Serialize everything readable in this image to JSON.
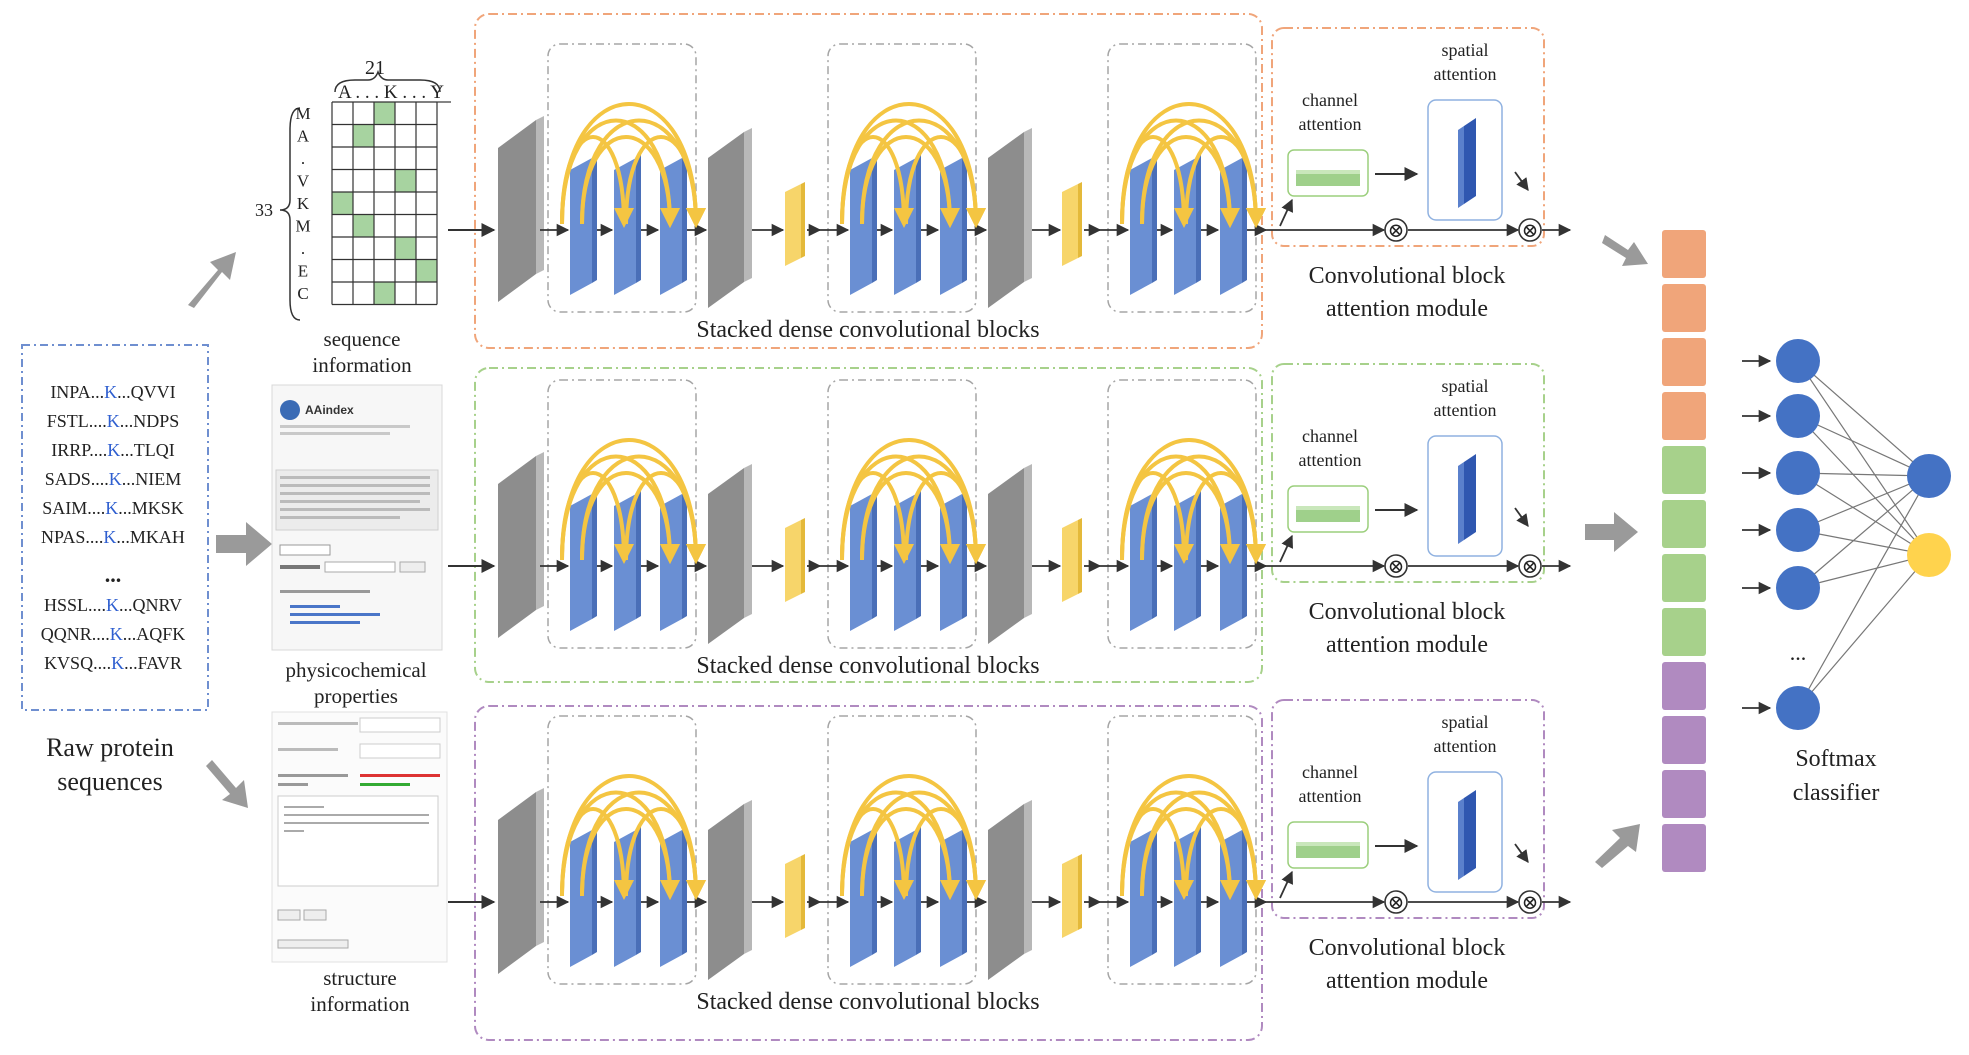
{
  "colors": {
    "orange": "#f0a57a",
    "green": "#a7d18b",
    "purple": "#b08ac0",
    "conv_blue": "#6a8fd3",
    "pool_yellow": "#f7d56a",
    "grey": "#8e8e8e",
    "arc": "#f4c542",
    "matrix_green": "#a7d3a0",
    "node_blue": "#4472c4",
    "node_yellow": "#ffd34d"
  },
  "input": {
    "title_line1": "Raw protein",
    "title_line2": "sequences",
    "sequences": [
      {
        "left": "INPA...",
        "k": "K",
        "right": "...QVVI"
      },
      {
        "left": "FSTL....",
        "k": "K",
        "right": "...NDPS"
      },
      {
        "left": "IRRP....",
        "k": "K",
        "right": "...TLQI"
      },
      {
        "left": "SADS....",
        "k": "K",
        "right": "...NIEM"
      },
      {
        "left": "SAIM....",
        "k": "K",
        "right": "...MKSK"
      },
      {
        "left": "NPAS....",
        "k": "K",
        "right": "...MKAH"
      },
      {
        "left": "HSSL....",
        "k": "K",
        "right": "...QNRV"
      },
      {
        "left": "QQNR....",
        "k": "K",
        "right": "...AQFK"
      },
      {
        "left": "KVSQ....",
        "k": "K",
        "right": "...FAVR"
      }
    ],
    "ellipsis": "..."
  },
  "features": {
    "sequence": {
      "label_line1": "sequence",
      "label_line2": "information",
      "width_label": "21",
      "height_label": "33",
      "col_header": "A . . . K . . . Y",
      "row_letters": [
        "M",
        "A",
        ".",
        "V",
        "K",
        "M",
        ".",
        "E",
        "C"
      ]
    },
    "physicochemical": {
      "label_line1": "physicochemical",
      "label_line2": "properties",
      "screenshot_title": "AAindex"
    },
    "structure": {
      "label_line1": "structure",
      "label_line2": "information"
    }
  },
  "branches": [
    {
      "dense_label": "Stacked dense convolutional blocks",
      "cbam_label_line1": "Convolutional block",
      "cbam_label_line2": "attention module",
      "channel_label_line1": "channel",
      "channel_label_line2": "attention",
      "spatial_label_line1": "spatial",
      "spatial_label_line2": "attention",
      "multiply": "⊗"
    },
    {
      "dense_label": "Stacked dense convolutional blocks",
      "cbam_label_line1": "Convolutional block",
      "cbam_label_line2": "attention module",
      "channel_label_line1": "channel",
      "channel_label_line2": "attention",
      "spatial_label_line1": "spatial",
      "spatial_label_line2": "attention",
      "multiply": "⊗"
    },
    {
      "dense_label": "Stacked dense convolutional blocks",
      "cbam_label_line1": "Convolutional block",
      "cbam_label_line2": "attention module",
      "channel_label_line1": "channel",
      "channel_label_line2": "attention",
      "spatial_label_line1": "spatial",
      "spatial_label_line2": "attention",
      "multiply": "⊗"
    }
  ],
  "classifier": {
    "label_line1": "Softmax",
    "label_line2": "classifier",
    "ellipsis": "..."
  }
}
